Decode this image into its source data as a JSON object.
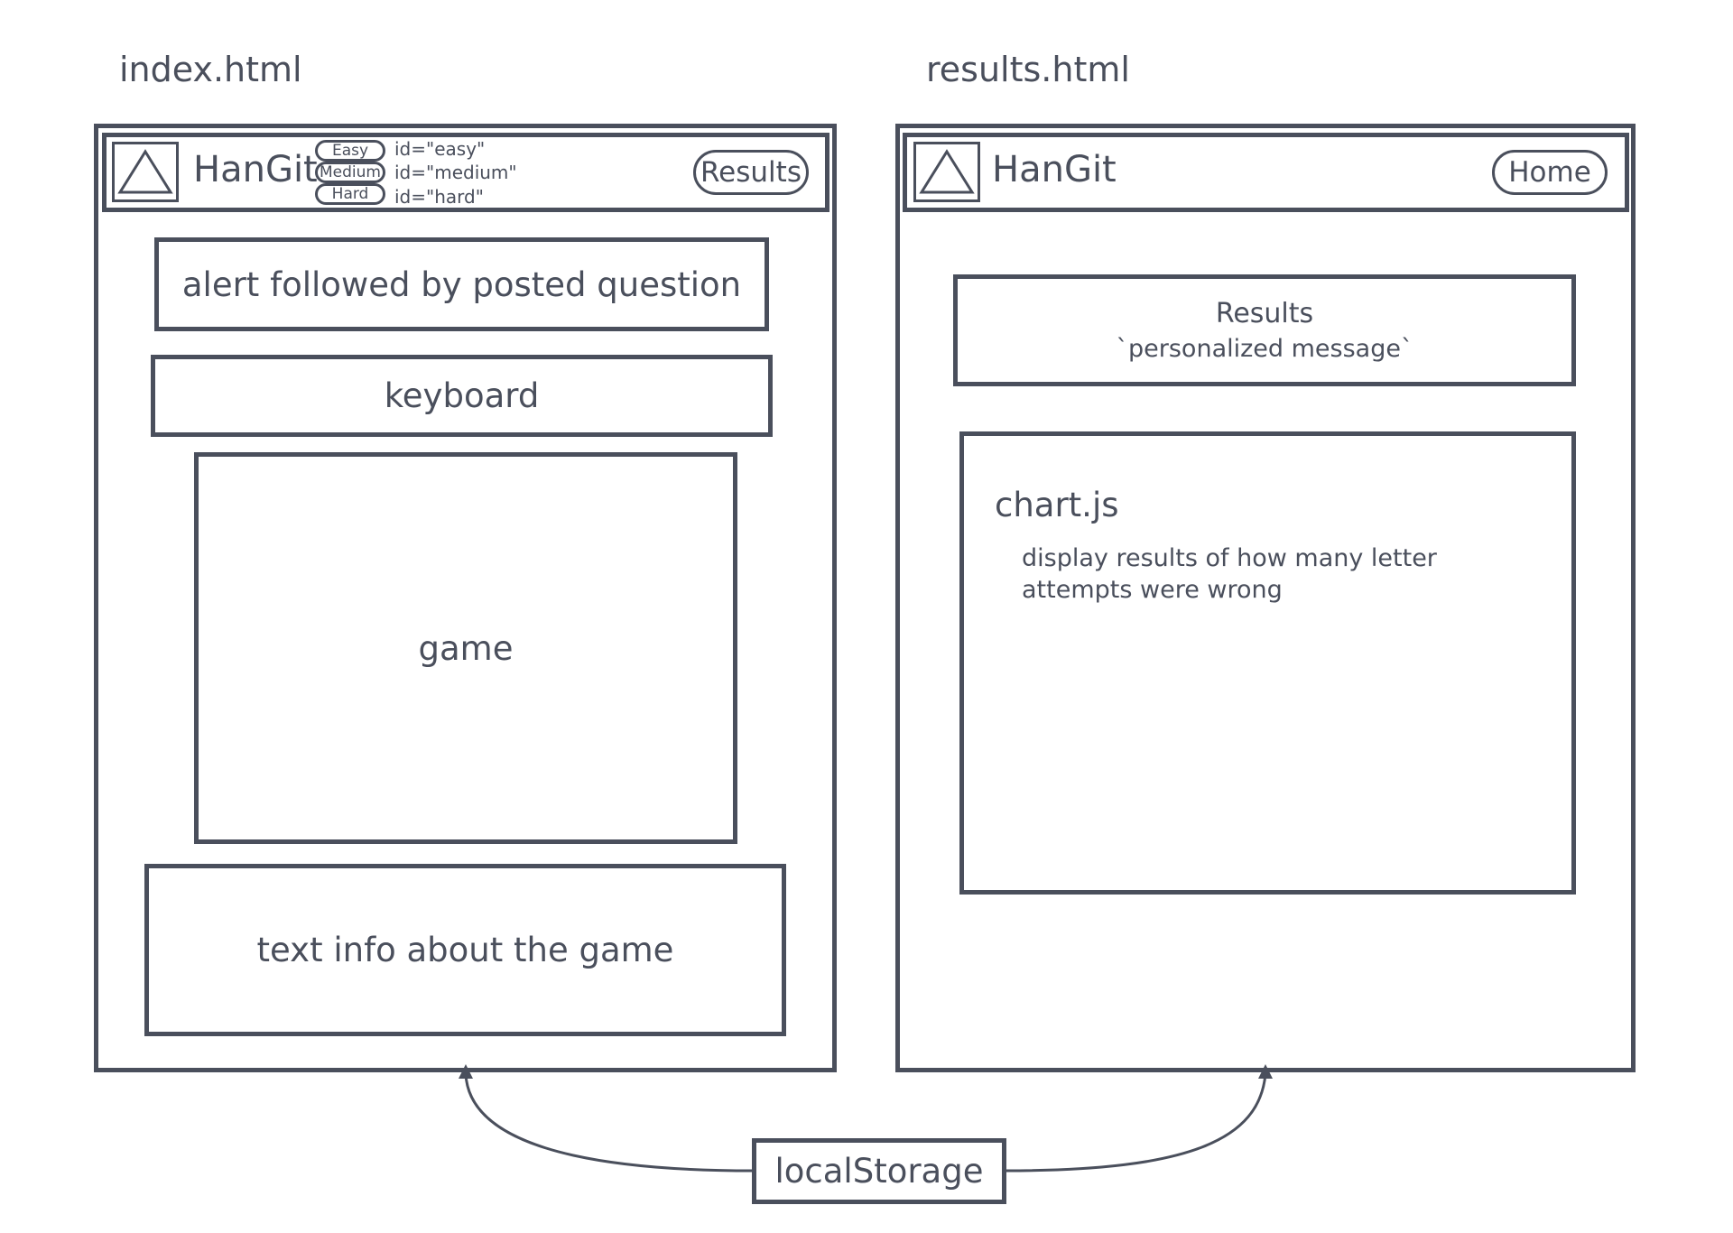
{
  "left_page": {
    "filename": "index.html",
    "header": {
      "brand": "HanGit",
      "difficulty_buttons": [
        {
          "label": "Easy",
          "id_text": "id=\"easy\""
        },
        {
          "label": "Medium",
          "id_text": "id=\"medium\""
        },
        {
          "label": "Hard",
          "id_text": "id=\"hard\""
        }
      ],
      "nav_button": "Results"
    },
    "sections": {
      "question": "alert followed by posted question",
      "keyboard": "keyboard",
      "game": "game",
      "info": "text info about the game"
    }
  },
  "right_page": {
    "filename": "results.html",
    "header": {
      "brand": "HanGit",
      "nav_button": "Home"
    },
    "results": {
      "title": "Results",
      "message": "`personalized message`"
    },
    "chart": {
      "title": "chart.js",
      "description_line1": "display results of how many letter",
      "description_line2": "attempts were wrong"
    }
  },
  "storage": {
    "label": "localStorage"
  },
  "colors": {
    "stroke": "#4a4f5c",
    "background": "#ffffff"
  }
}
